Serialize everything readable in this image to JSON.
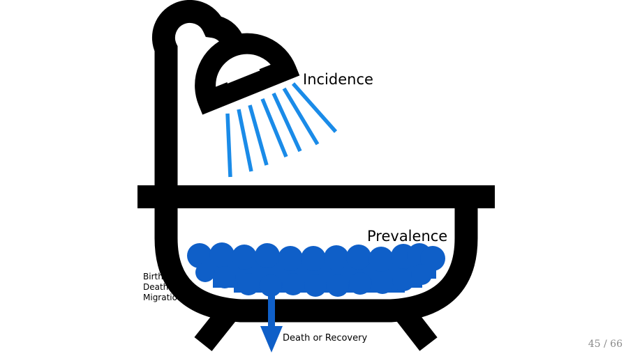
{
  "diagram": {
    "labels": {
      "incidence": "Incidence",
      "prevalence": "Prevalence",
      "inflows": [
        "Birth",
        "Death",
        "Migration"
      ],
      "outflow": "Death or Recovery"
    },
    "icons": {
      "shower": "shower-head-icon",
      "bathtub": "bathtub-icon",
      "water": "water-bubbles-icon",
      "drain_arrow": "arrow-down-icon",
      "inflow_arrow": "arrow-up-right-icon"
    },
    "colors": {
      "outline": "#000000",
      "water_jets": "#1a8be8",
      "water": "#0f5fc8"
    }
  },
  "pager": {
    "current": "45",
    "separator": "/",
    "total": "66"
  }
}
